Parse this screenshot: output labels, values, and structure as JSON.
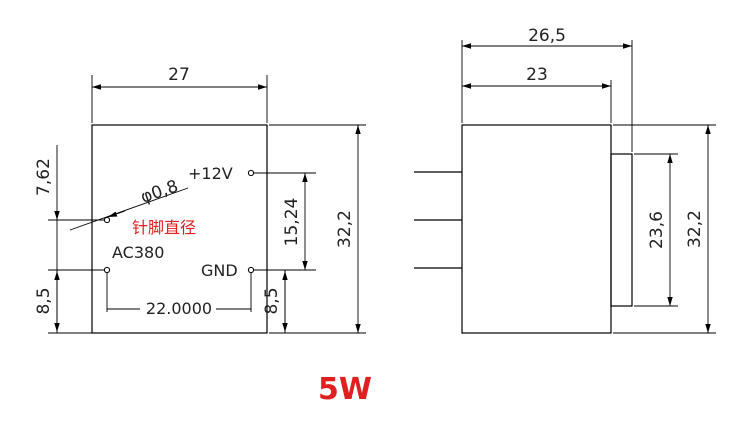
{
  "front_view": {
    "width": "27",
    "height": "32,2",
    "pin_pitch_h": "22.0000",
    "pin_pitch_v": "15,24",
    "offset_top": "7,62",
    "offset_left_bottom": "8,5",
    "offset_right_bottom": "8,5",
    "pin_diameter": "φ0,8",
    "pin_diameter_note": "针脚直径",
    "label_12v": "+12V",
    "label_ac": "AC380",
    "label_gnd": "GND"
  },
  "side_view": {
    "overall_width": "26,5",
    "body_width": "23",
    "height": "32,2",
    "inner_height": "23,6"
  },
  "power_rating": "5W"
}
